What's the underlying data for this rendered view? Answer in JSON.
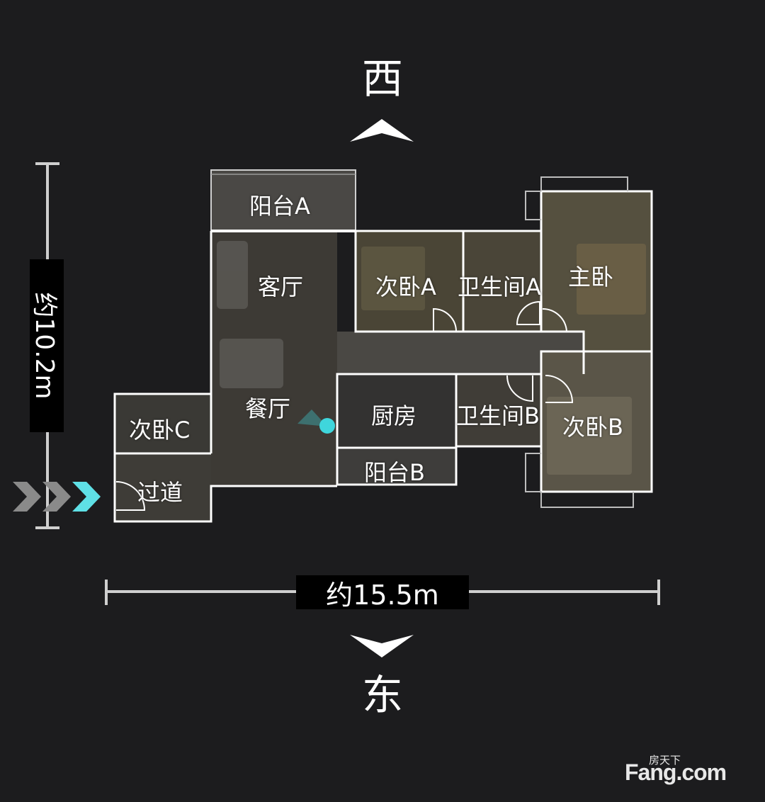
{
  "compass": {
    "north": "西",
    "south": "东"
  },
  "dimensions": {
    "height_label": "约10.2m",
    "width_label": "约15.5m"
  },
  "rooms": [
    {
      "id": "balcony-a",
      "label": "阳台A"
    },
    {
      "id": "living-room",
      "label": "客厅"
    },
    {
      "id": "bedroom-a",
      "label": "次卧A"
    },
    {
      "id": "bathroom-a",
      "label": "卫生间A"
    },
    {
      "id": "master-bedroom",
      "label": "主卧"
    },
    {
      "id": "dining-room",
      "label": "餐厅"
    },
    {
      "id": "kitchen",
      "label": "厨房"
    },
    {
      "id": "bathroom-b",
      "label": "卫生间B"
    },
    {
      "id": "bedroom-b",
      "label": "次卧B"
    },
    {
      "id": "bedroom-c",
      "label": "次卧C"
    },
    {
      "id": "corridor",
      "label": "过道"
    },
    {
      "id": "balcony-b",
      "label": "阳台B"
    }
  ],
  "watermark": {
    "brand_top": "房天下",
    "brand_main": "Fang.com"
  },
  "colors": {
    "background": "#1c1c1e",
    "wall": "#ffffff",
    "accent_dot": "#3fd6dc",
    "arrow_active": "#5fe0e6",
    "arrow_inactive": "#8a8a8a"
  }
}
